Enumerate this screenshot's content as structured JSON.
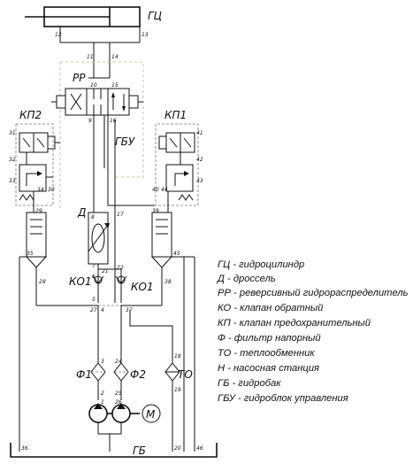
{
  "labels": {
    "gc": "ГЦ",
    "rr": "РР",
    "gbu": "ГБУ",
    "kp2": "КП2",
    "kp1": "КП1",
    "d": "Д",
    "ko1_left": "КО1",
    "ko1_right": "КО1",
    "f1": "Ф1",
    "f2": "Ф2",
    "to": "ТО",
    "m": "М",
    "gb": "ГБ"
  },
  "nodes": [
    "12",
    "13",
    "11",
    "14",
    "10",
    "15",
    "9",
    "16",
    "31",
    "32",
    "33",
    "34",
    "30",
    "29",
    "35",
    "28",
    "41",
    "42",
    "40",
    "44",
    "43",
    "39",
    "45",
    "38",
    "8",
    "17",
    "7",
    "21",
    "22",
    "6",
    "5",
    "27",
    "4",
    "37",
    "3",
    "24",
    "2",
    "25",
    "1",
    "26",
    "18",
    "19",
    "36",
    "20",
    "46"
  ],
  "legend": [
    "ГЦ - гидроцилиндр",
    "Д - дроссель",
    "РР - реверсивный гидрораспределитель",
    "КО - клапан обратный",
    "КП - клапан предохранительный",
    "Ф - фильтр напорный",
    "ТО - теплообменник",
    "Н - насосная станция",
    "ГБ - гидробак",
    "ГБУ - гидроблок управления"
  ]
}
